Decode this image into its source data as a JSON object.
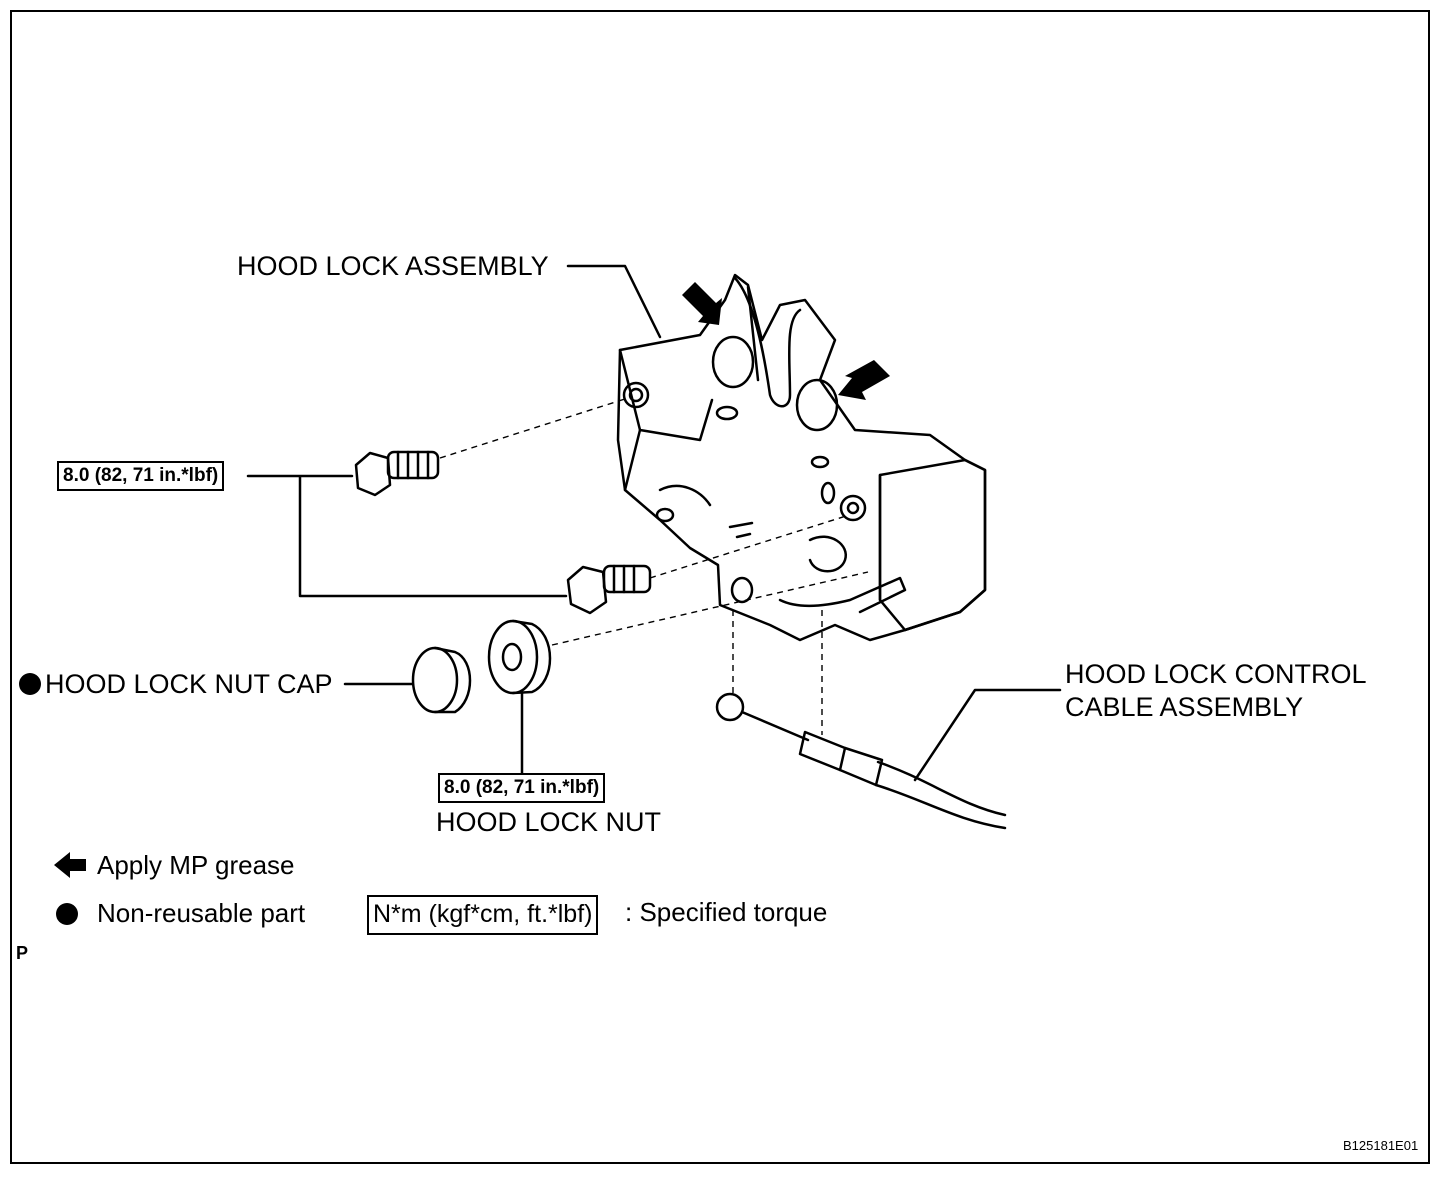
{
  "labels": {
    "hood_lock_assembly": "HOOD LOCK ASSEMBLY",
    "hood_lock_nut_cap": "HOOD LOCK NUT CAP",
    "hood_lock_nut": "HOOD LOCK NUT",
    "control_cable_line1": "HOOD LOCK CONTROL",
    "control_cable_line2": "CABLE ASSEMBLY"
  },
  "torque": {
    "bolts": "8.0 (82, 71 in.*lbf)",
    "nut": "8.0 (82, 71 in.*lbf)"
  },
  "legend": {
    "grease": "Apply MP grease",
    "non_reusable": "Non-reusable part",
    "torque_units": "N*m (kgf*cm, ft.*lbf)",
    "torque_desc": ": Specified torque"
  },
  "marks": {
    "page_letter": "P",
    "figure_id": "B125181E01"
  }
}
